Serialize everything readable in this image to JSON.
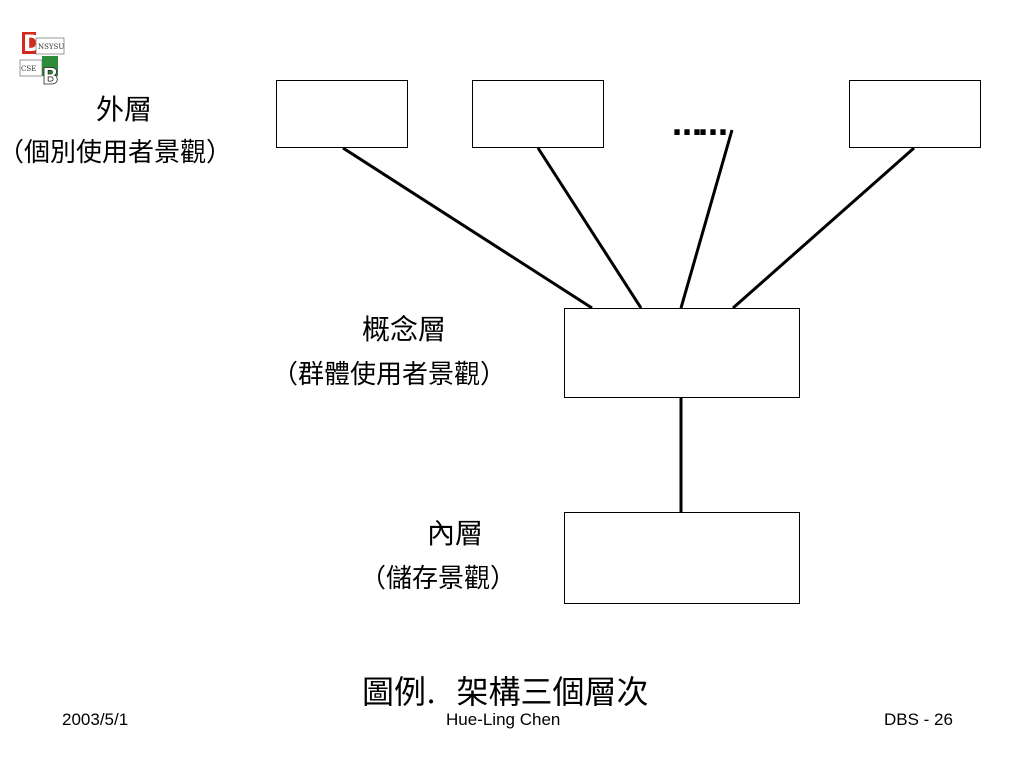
{
  "logo": {
    "top_letter": "D",
    "bottom_letter": "B",
    "text_top": "NSYSU",
    "text_bottom": "CSE"
  },
  "external_layer": {
    "title": "外層",
    "subtitle": "（個別使用者景觀）"
  },
  "ellipsis": "……",
  "conceptual_layer": {
    "title": "概念層",
    "subtitle": "（群體使用者景觀）"
  },
  "internal_layer": {
    "title": "內層",
    "subtitle": "（儲存景觀）"
  },
  "caption": "圖例.  架構三個層次",
  "footer": {
    "date": "2003/5/1",
    "author": "Hue-Ling Chen",
    "page": "DBS - 26"
  }
}
